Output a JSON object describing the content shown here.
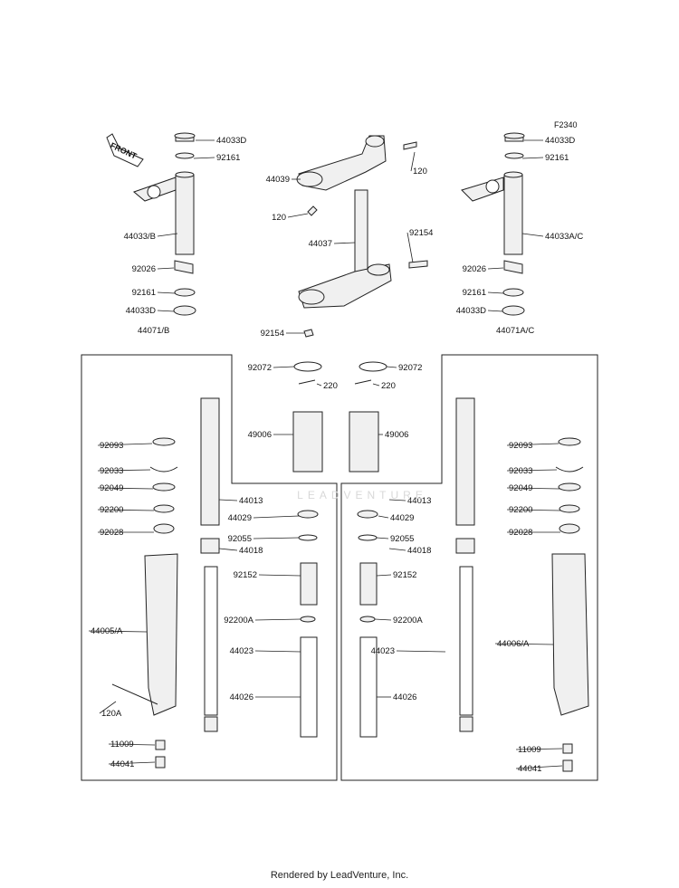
{
  "figure_code": "F2340",
  "front_arrow_label": "FRONT",
  "watermark": "LEADVENTURE",
  "footer": "Rendered by LeadVenture, Inc.",
  "colors": {
    "line": "#222222",
    "part_fill": "#f0f0f0",
    "text": "#111111"
  },
  "groups": {
    "left": "44071/B",
    "right": "44071A/C"
  },
  "parts": [
    "44033D",
    "92161",
    "44033/B",
    "92026",
    "92161",
    "44033D",
    "44039",
    "120",
    "120",
    "44037",
    "92154",
    "92154",
    "44033D",
    "92161",
    "44033A/C",
    "92026",
    "92161",
    "44033D",
    "92072",
    "220",
    "92072",
    "220",
    "49006",
    "49006",
    "92093",
    "92033",
    "92049",
    "92200",
    "92028",
    "44005/A",
    "120A",
    "11009",
    "44041",
    "44013",
    "44029",
    "92055",
    "44018",
    "92152",
    "92200A",
    "44023",
    "44026",
    "44013",
    "44029",
    "92055",
    "44018",
    "92152",
    "92200A",
    "44023",
    "44026",
    "92093",
    "92033",
    "92049",
    "92200",
    "92028",
    "44006/A",
    "11009",
    "44041"
  ]
}
